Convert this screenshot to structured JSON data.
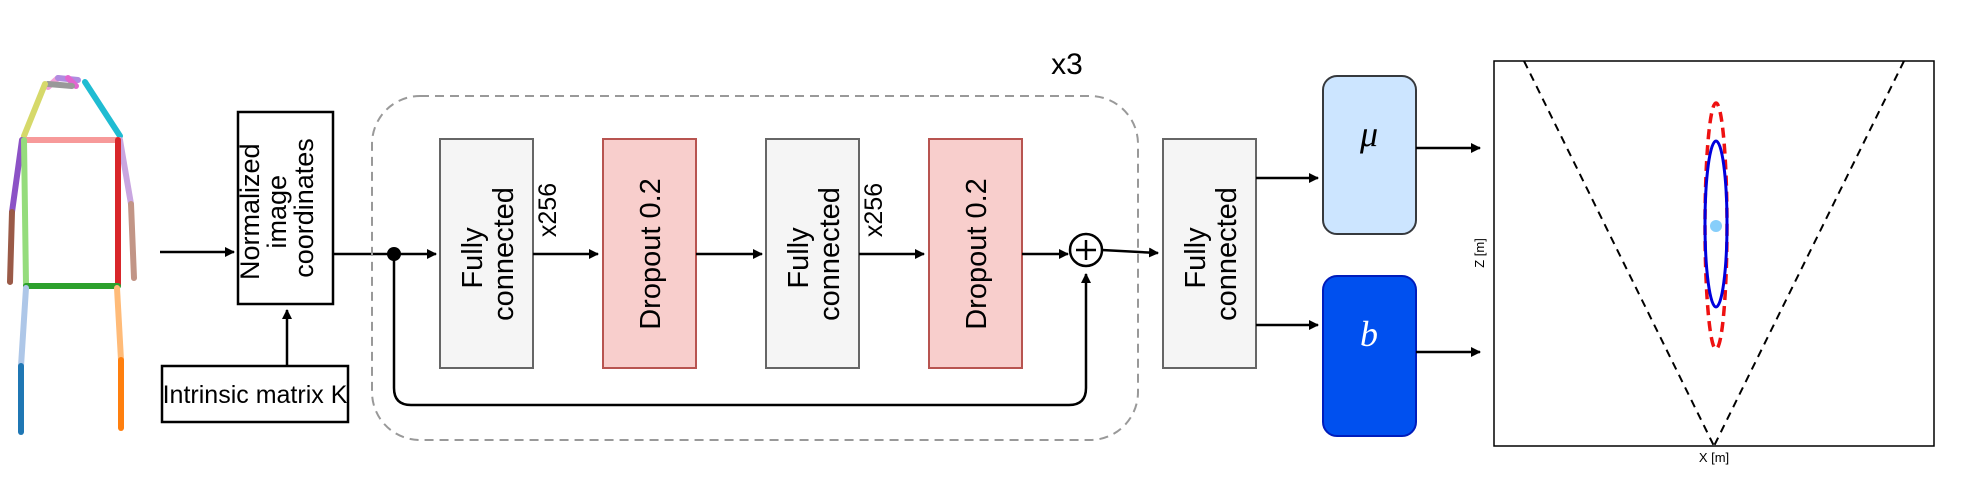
{
  "input_box": {
    "lines": [
      "Normalized",
      "image",
      "coordinates"
    ]
  },
  "intrinsic": {
    "label": "Intrinsic matrix K"
  },
  "repeat": {
    "label": "x3"
  },
  "blocks": {
    "fc1": [
      "Fully",
      "connected"
    ],
    "drop1": "Dropout 0.2",
    "fc2": [
      "Fully",
      "connected"
    ],
    "drop2": "Dropout 0.2",
    "fc_out": [
      "Fully",
      "connected"
    ]
  },
  "dims": {
    "first": "x256",
    "second": "x256"
  },
  "outputs": {
    "mu": "μ",
    "b": "b"
  },
  "plot": {
    "ylabel": "Z [m]",
    "xlabel": "X [m]"
  },
  "colors": {
    "dropout_fill": "#f8cecc",
    "dropout_stroke": "#b85450",
    "fc_fill": "#f5f5f5",
    "fc_stroke": "#666666",
    "mu_fill": "#cce5ff",
    "mu_stroke": "#36393d",
    "b_fill": "#0050ef",
    "b_stroke": "#001dbc",
    "ellipse_inner": "#0000dd",
    "ellipse_outer": "#ee1111",
    "center_dot": "#87cefa"
  }
}
